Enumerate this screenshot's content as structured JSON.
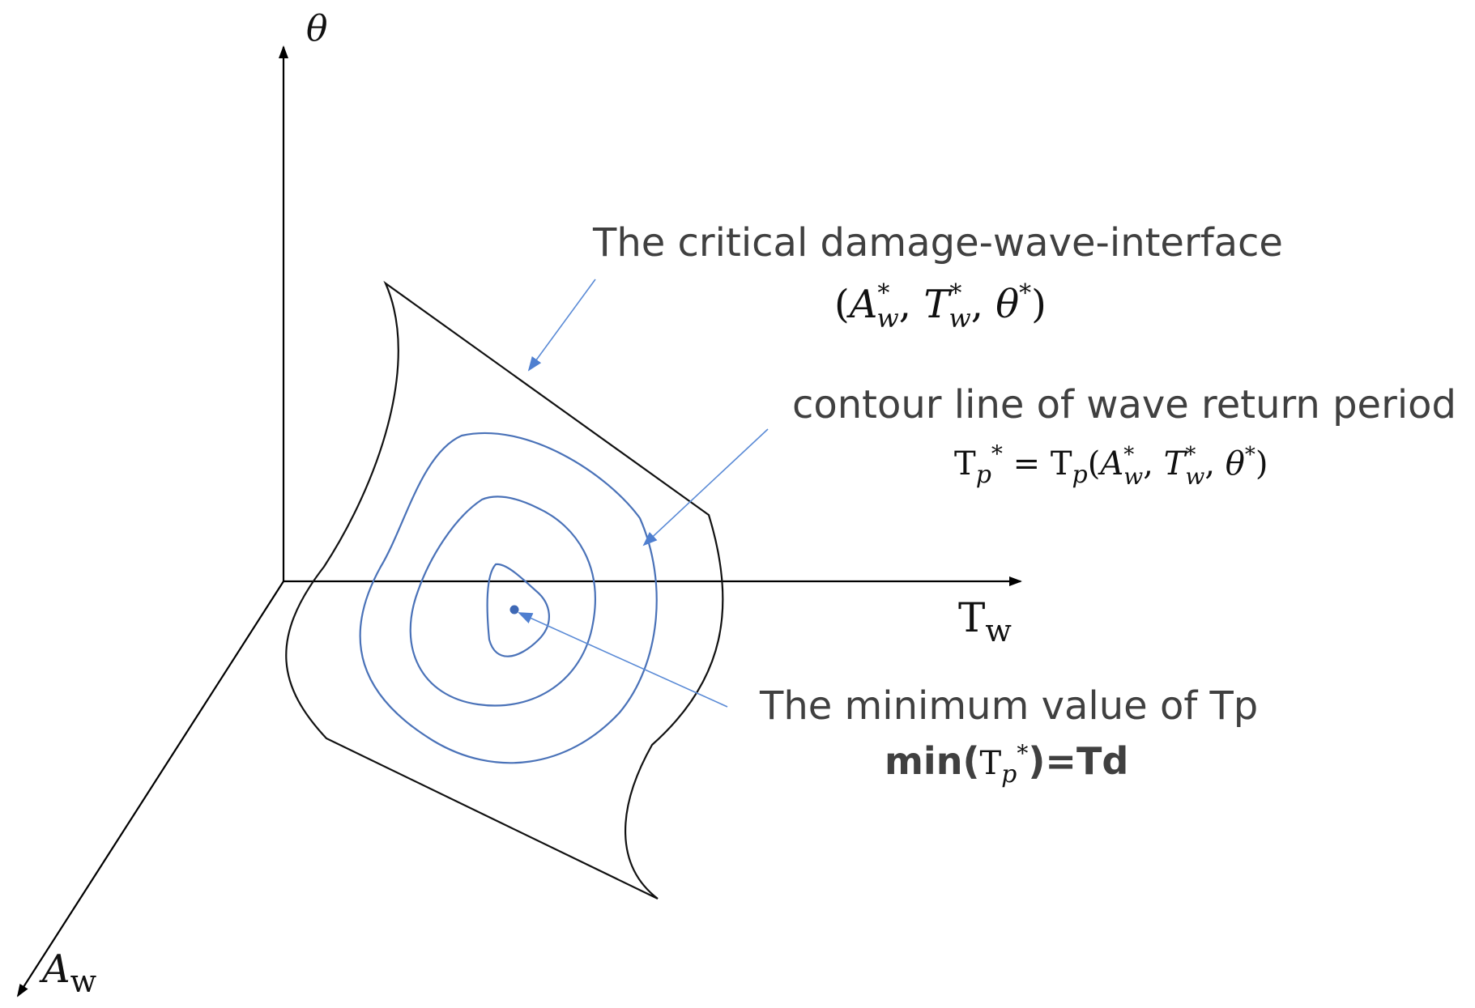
{
  "axes": {
    "vertical": {
      "symbol": "θ"
    },
    "horizontal": {
      "base": "T",
      "sub": "w"
    },
    "diagonal": {
      "base": "A",
      "sub": "w"
    }
  },
  "annotations": {
    "surface": {
      "title": "The critical damage-wave-interface",
      "formula": {
        "open": "(",
        "a": "A",
        "a_sub": "w",
        "a_sup": "*",
        "sep1": ", ",
        "t": "T",
        "t_sub": "w",
        "t_sup": "*",
        "sep2": ", ",
        "theta": "θ",
        "theta_sup": "*",
        "close": ")"
      }
    },
    "contour": {
      "title": "contour line of wave return period",
      "formula": {
        "lhs": "T",
        "lhs_sub": "p",
        "lhs_sup": "*",
        "eq": " = ",
        "rhs": "T",
        "rhs_sub": "p",
        "open": "(",
        "a": "A",
        "a_sub": "w",
        "a_sup": "*",
        "sep1": ", ",
        "t": "T",
        "t_sub": "w",
        "t_sup": "*",
        "sep2": ", ",
        "theta": "θ",
        "theta_sup": "*",
        "close": ")"
      }
    },
    "minimum": {
      "title": "The minimum value of Tp",
      "formula": {
        "prefix": "min(",
        "t": "T",
        "t_sub": "p",
        "t_sup": "*",
        "suffix": ")=Td"
      }
    }
  },
  "colors": {
    "axis": "#000000",
    "surface_outline": "#111111",
    "contour": "#4a72b8",
    "leader": "#5b8bd6"
  }
}
